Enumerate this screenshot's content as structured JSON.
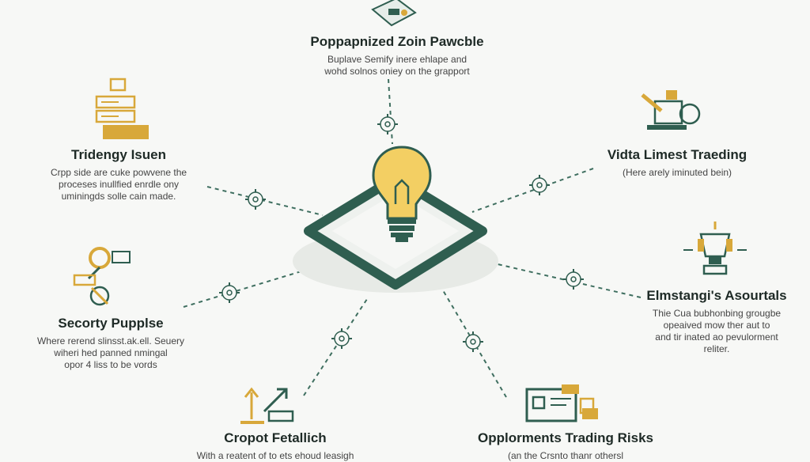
{
  "colors": {
    "accent": "#2f5e50",
    "gold": "#d8a83a",
    "bulb": "#f3cf63",
    "line": "#3f6f60",
    "text": "#1e2a26"
  },
  "center": {
    "icon": "lightbulb-icon"
  },
  "nodes": [
    {
      "id": "top",
      "icon": "certificate-icon",
      "title": "Poppapnized Zoin Pawcble",
      "desc": [
        "Buplave Semify inere ehlape and",
        "wohd solnos oniey on the grapport"
      ]
    },
    {
      "id": "top-left",
      "icon": "server-stack-icon",
      "title": "Tridengy Isuen",
      "desc": [
        "Crpp side are cuke powvene the",
        "proceses inullfied enrdle ony",
        "uminingds solle cain made."
      ]
    },
    {
      "id": "top-right",
      "icon": "laptop-tools-icon",
      "title": "Vidta Limest Traeding",
      "desc": [
        "(Here arely iminuted bein)"
      ]
    },
    {
      "id": "mid-left",
      "icon": "key-chain-icon",
      "title": "Secorty Pupplse",
      "desc": [
        "Where rerend slinsst.ak.ell. Seuery",
        "wiheri hed panned nmingal",
        "opor 4 liss to be vords"
      ]
    },
    {
      "id": "mid-right",
      "icon": "trophy-icon",
      "title": "Elmstangi's Asourtals",
      "desc": [
        "Thie Cua bubhonbing grougbe",
        "opeaived mow ther aut to",
        "and tir inated ao pevulorment",
        "reliter."
      ]
    },
    {
      "id": "bottom-left",
      "icon": "chart-arrow-icon",
      "title": "Cropot Fetallich",
      "desc": [
        "With a reatent of to ets ehoud leasigh"
      ]
    },
    {
      "id": "bottom-right",
      "icon": "wallet-card-icon",
      "title": "Opplorments Trading Risks",
      "desc": [
        "(an the Crsnto thanr othersl"
      ]
    }
  ]
}
